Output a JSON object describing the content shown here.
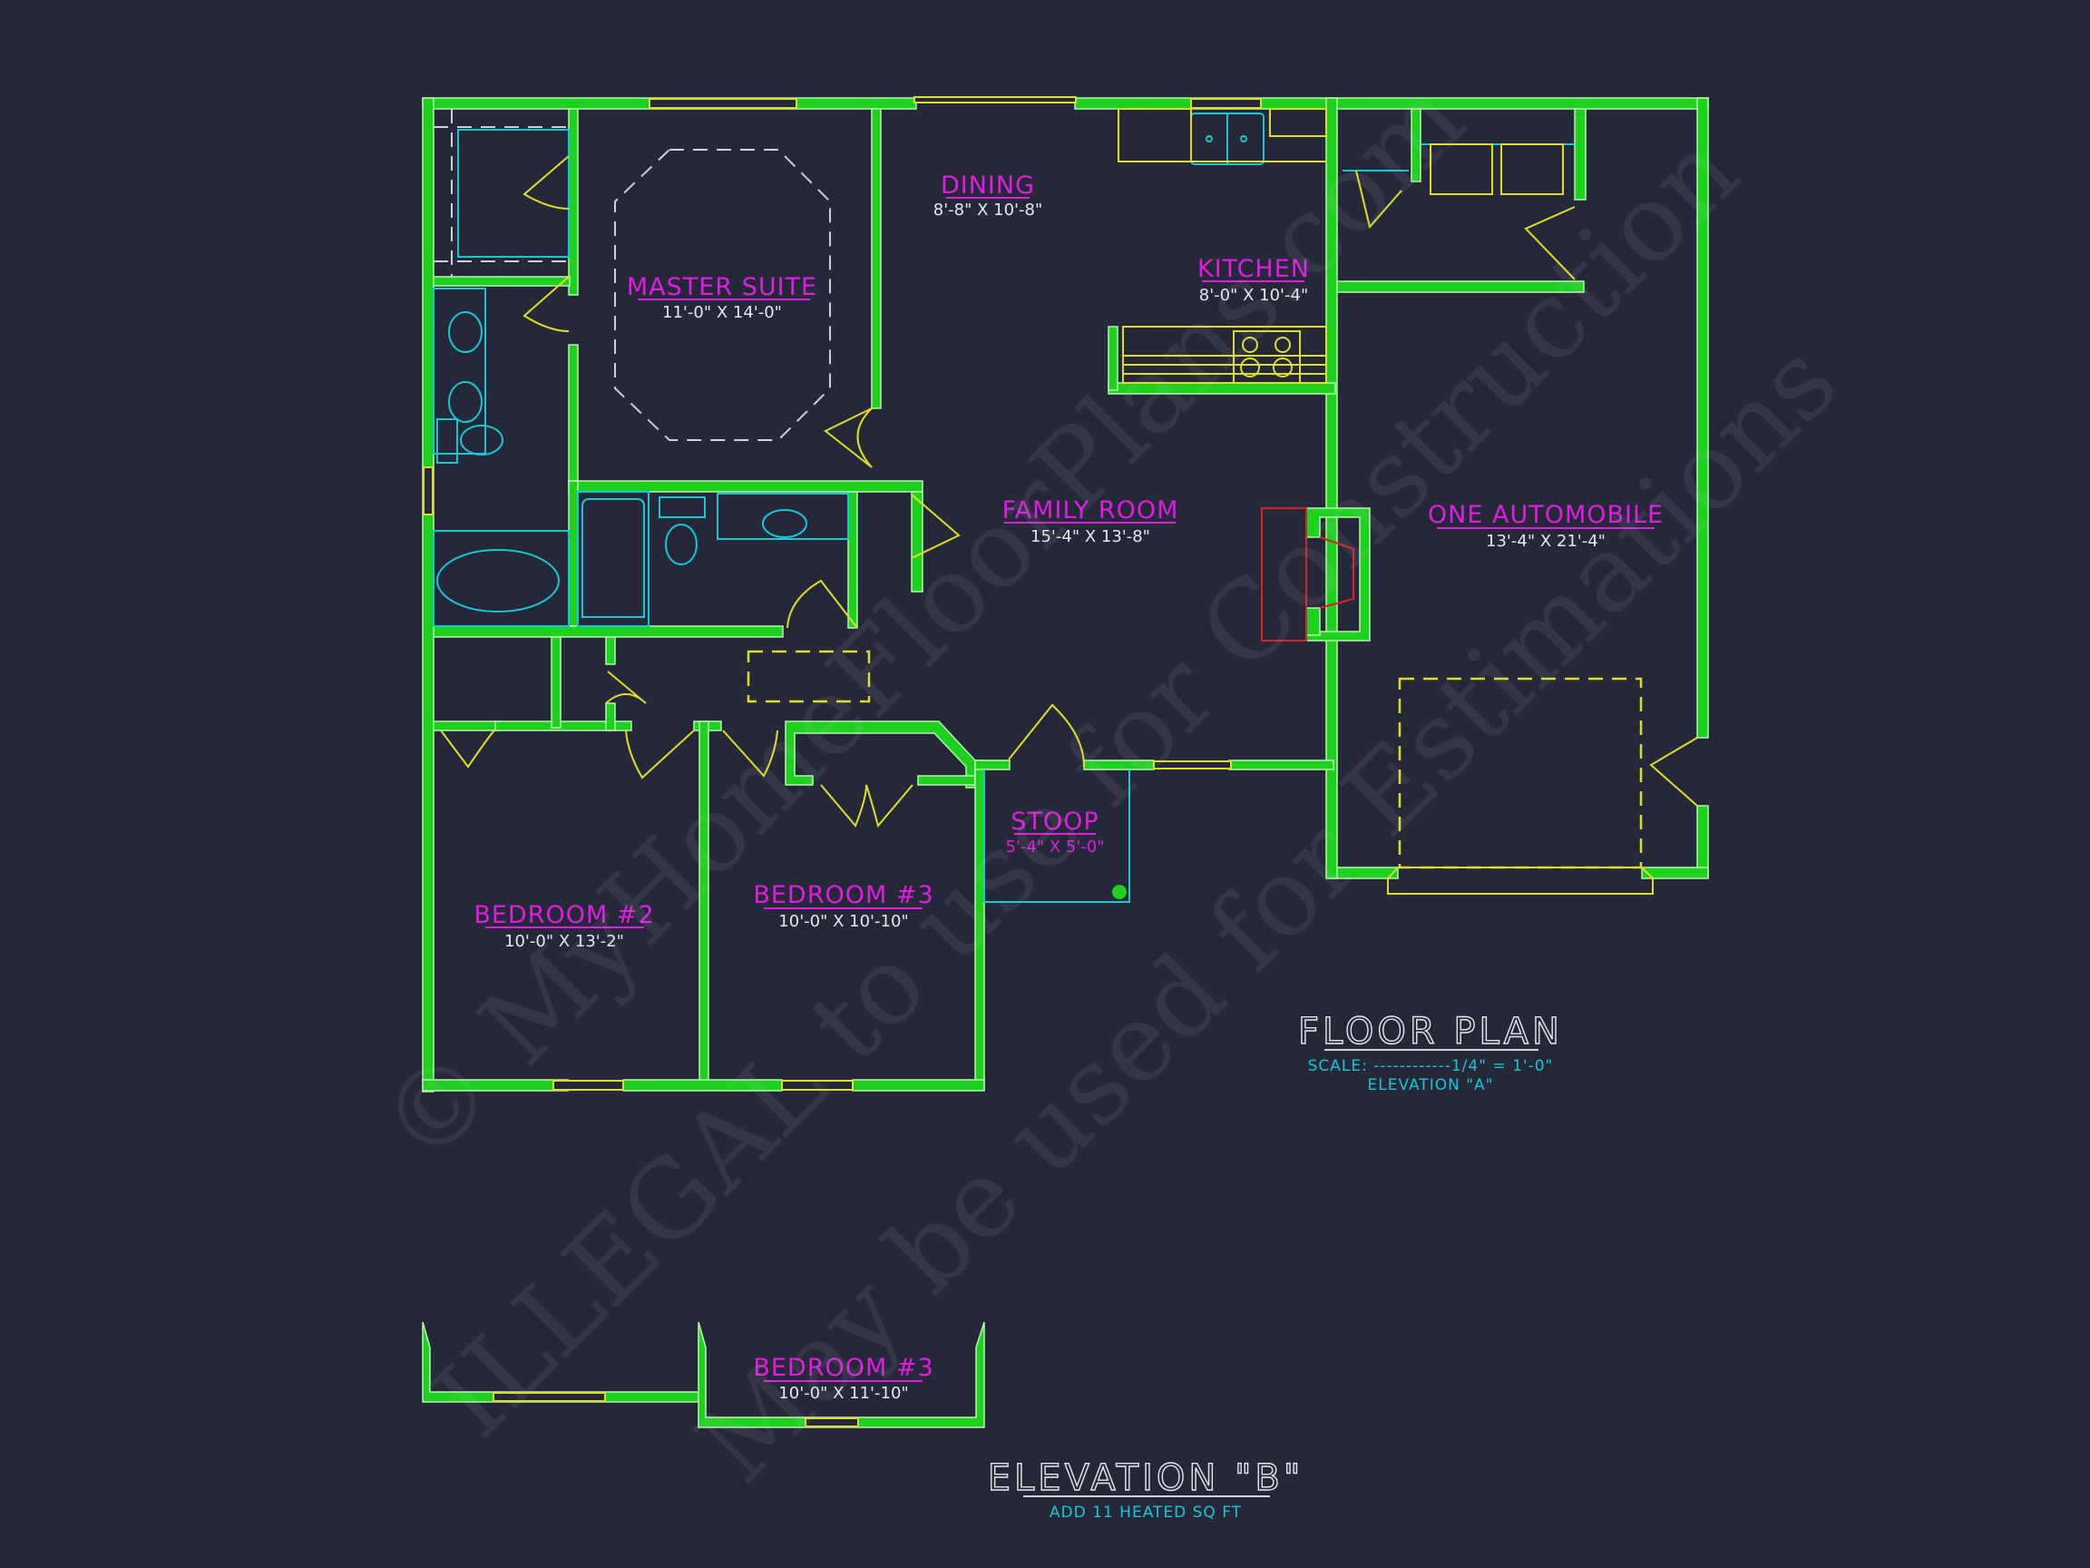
{
  "drawing": {
    "background": "#252839",
    "wall_color": "#1fd11f",
    "label_color": "#e01de0",
    "dimension_color": "#e6e6ec",
    "fixture_color": "#19c6d6",
    "door_color": "#dede2a",
    "fireplace_color": "#d6202a"
  },
  "rooms": {
    "master_suite": {
      "name": "MASTER SUITE",
      "dims": "11'-0\" X 14'-0\""
    },
    "dining": {
      "name": "DINING",
      "dims": "8'-8\" X 10'-8\""
    },
    "kitchen": {
      "name": "KITCHEN",
      "dims": "8'-0\" X 10'-4\""
    },
    "family_room": {
      "name": "FAMILY ROOM",
      "dims": "15'-4\" X 13'-8\""
    },
    "garage": {
      "name": "ONE AUTOMOBILE",
      "dims": "13'-4\" X 21'-4\""
    },
    "stoop": {
      "name": "STOOP",
      "dims": "5'-4\" X 5'-0\""
    },
    "bedroom_2": {
      "name": "BEDROOM #2",
      "dims": "10'-0\" X 13'-2\""
    },
    "bedroom_3": {
      "name": "BEDROOM #3",
      "dims": "10'-0\" X 10'-10\""
    }
  },
  "floor_plan_title": {
    "title": "FLOOR PLAN",
    "scale": "SCALE: ------------1/4\" = 1'-0\"",
    "elevation": "ELEVATION \"A\""
  },
  "elevation_b": {
    "room": {
      "name": "BEDROOM #3",
      "dims": "10'-0\" X 11'-10\""
    },
    "title": "ELEVATION \"B\"",
    "note": "ADD 11 HEATED SQ FT"
  },
  "watermark": {
    "line1": "© MyHomeFloorPlans.com",
    "line2": "ILLEGAL to use for Construction",
    "line3": "May be used for Estimations"
  }
}
